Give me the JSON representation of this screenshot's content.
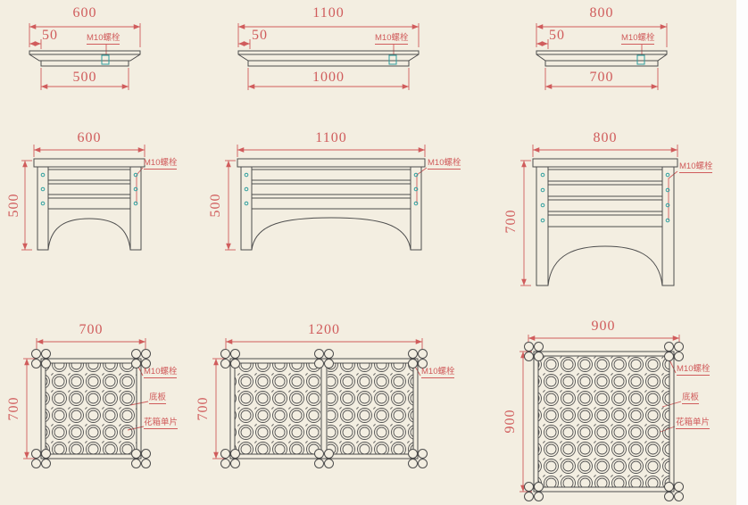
{
  "drawing": {
    "background": "#f3eee1",
    "dimension_color": "#d05c5c",
    "line_color": "#4d4d4d",
    "detail_color": "#2e9e9e"
  },
  "labels": {
    "bolt": "M10螺栓",
    "base_plate": "底板",
    "panel": "花箱单片"
  },
  "cap_sections": [
    {
      "overall": "600",
      "lip": "50",
      "inner": "500"
    },
    {
      "overall": "1100",
      "lip": "50",
      "inner": "1000"
    },
    {
      "overall": "800",
      "lip": "50",
      "inner": "700"
    }
  ],
  "elevations": [
    {
      "width": "600",
      "height": "500"
    },
    {
      "width": "1100",
      "height": "500"
    },
    {
      "width": "800",
      "height": "700"
    }
  ],
  "plans": [
    {
      "width": "700",
      "height": "700"
    },
    {
      "width": "1200",
      "height": "700"
    },
    {
      "width": "900",
      "height": "900"
    }
  ]
}
